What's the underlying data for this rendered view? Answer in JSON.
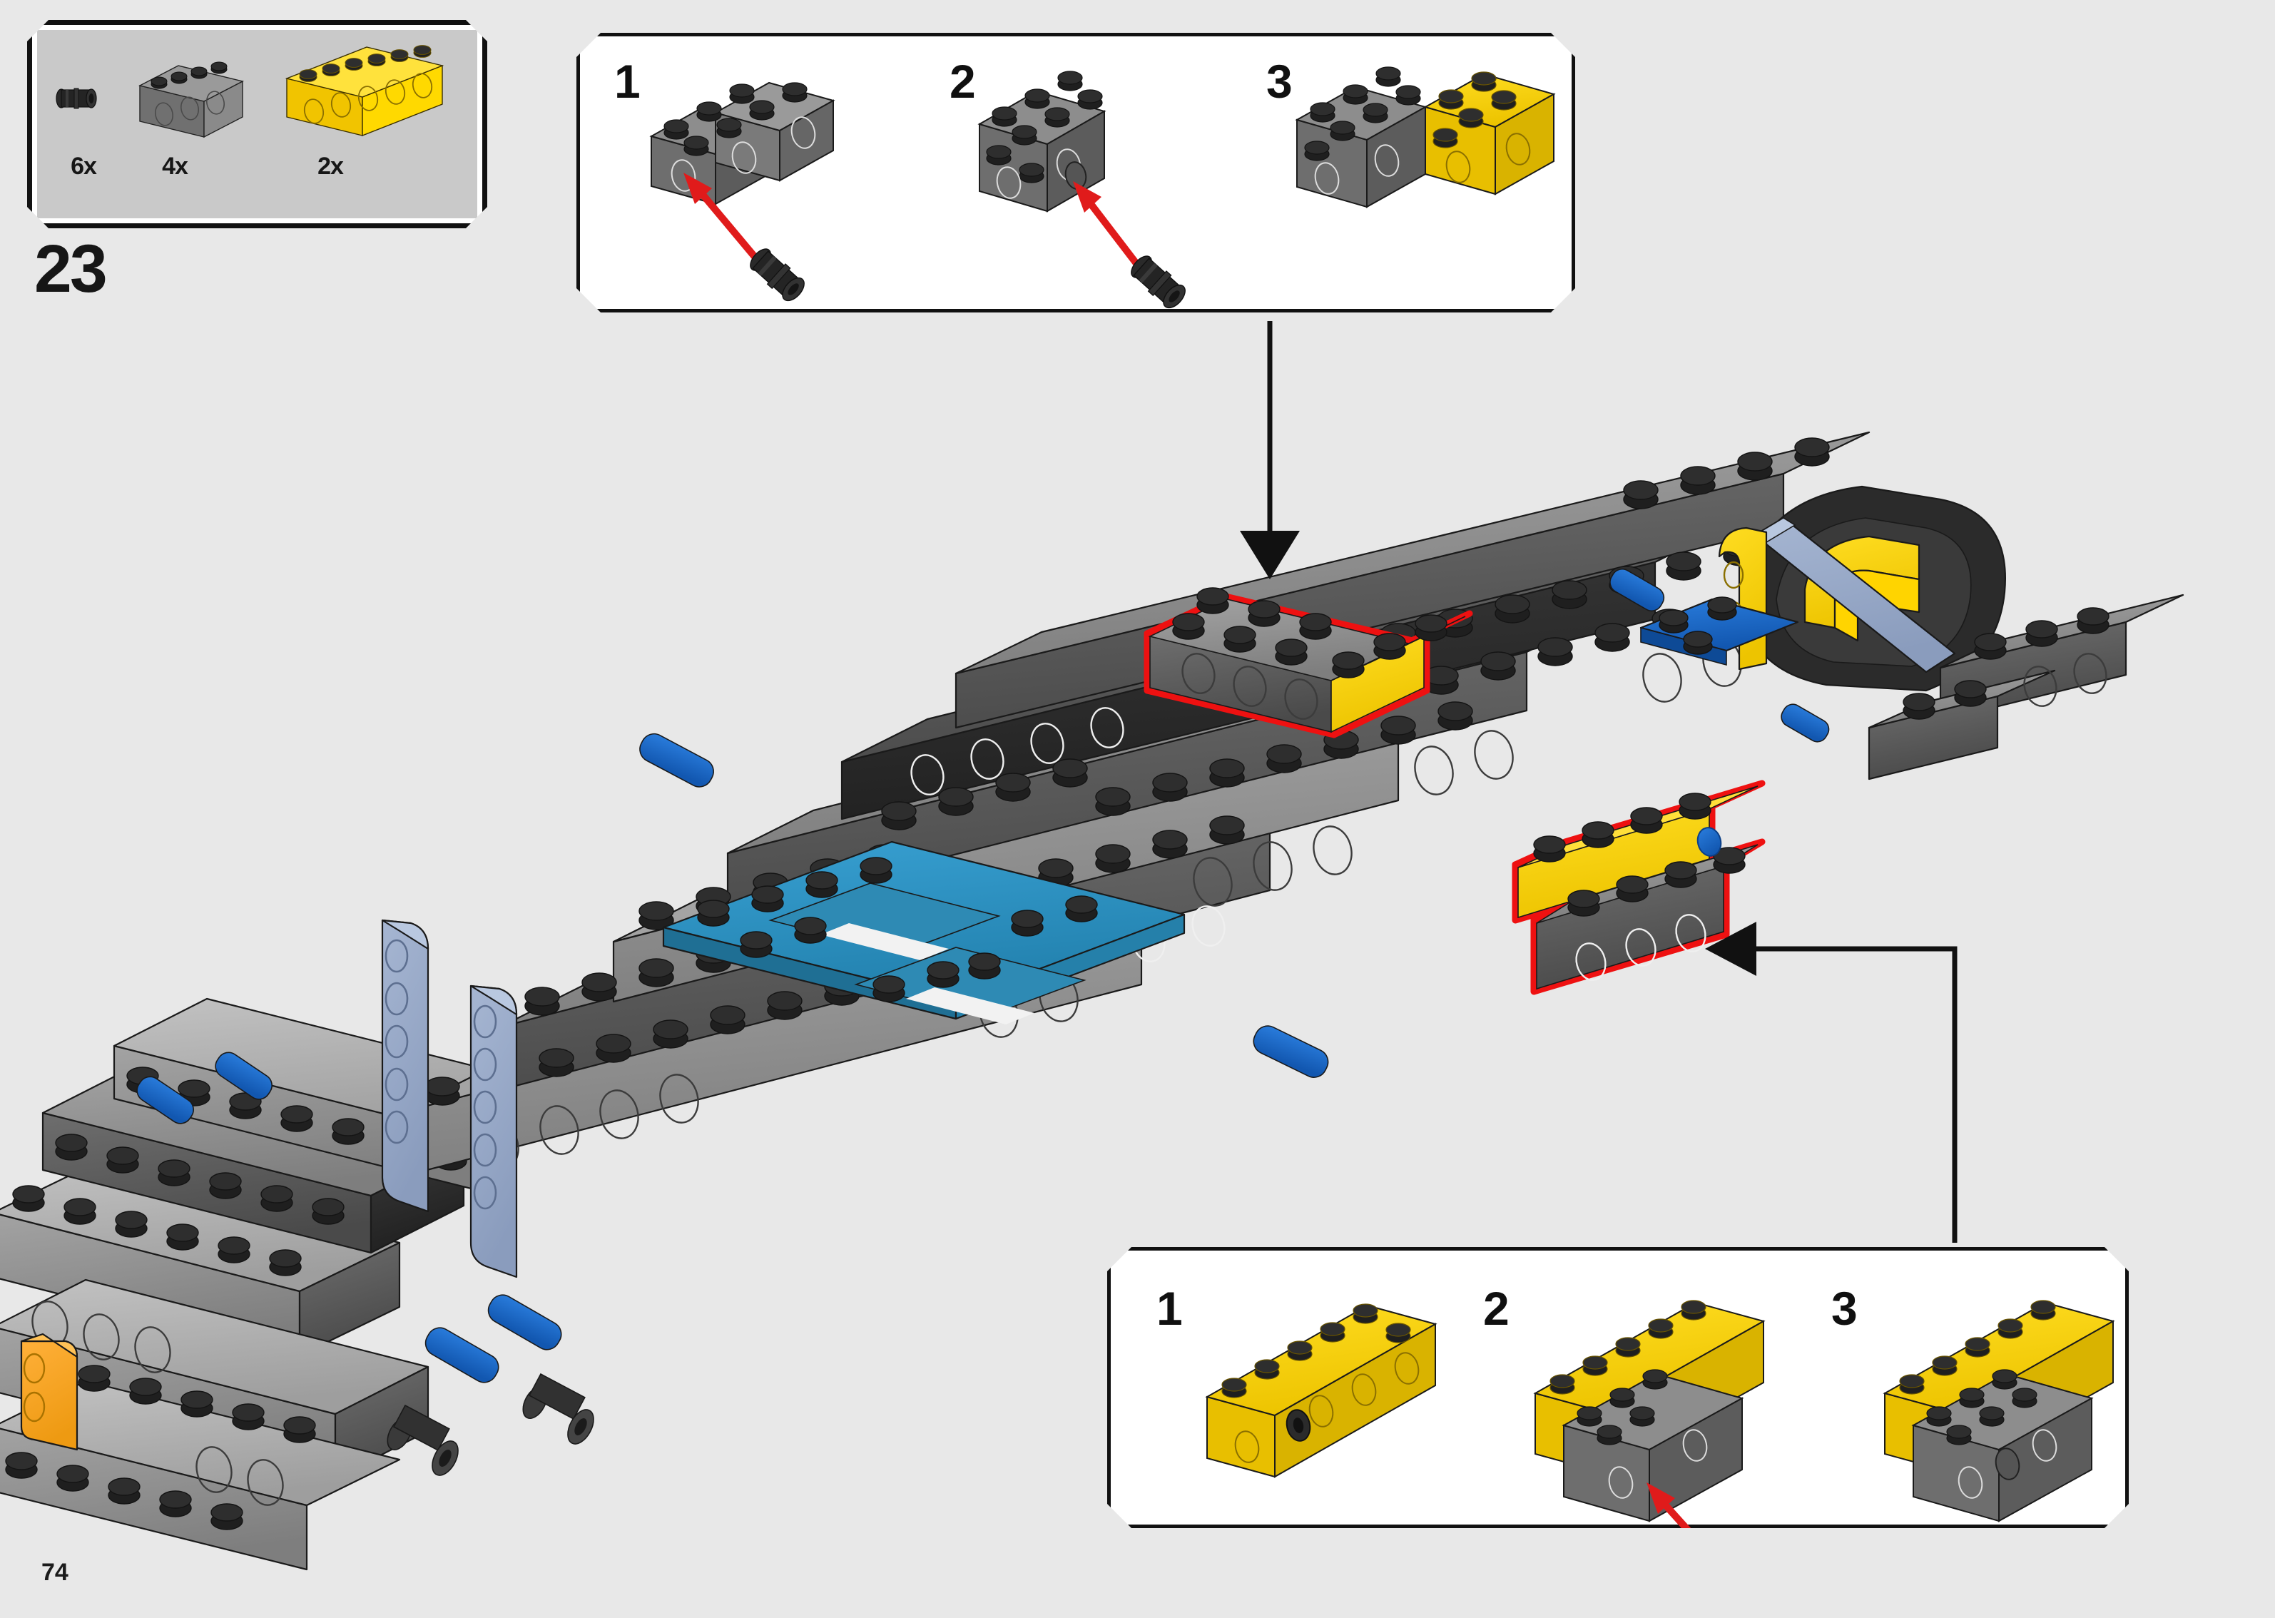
{
  "page": {
    "page_number": "74",
    "step_number": "23",
    "background_color": "#e8e8e8"
  },
  "parts_inventory": {
    "name": "parts-required-box",
    "background_color": "#c9c9c9",
    "parts": [
      {
        "count": "6x",
        "part": "technic-pin-black",
        "color": "#1d1d1d"
      },
      {
        "count": "4x",
        "part": "technic-brick-1x4-dark-gray",
        "color": "#6b6b6b"
      },
      {
        "count": "2x",
        "part": "technic-brick-1x6-yellow",
        "color": "#f6d000"
      }
    ]
  },
  "callout_top": {
    "name": "sub-assembly-callout-top",
    "substeps": [
      {
        "label": "1",
        "description": "dark-gray-technic-brick-with-pin-inserted",
        "brick_color": "#5a5a5a",
        "pin_color": "#1d1d1d",
        "arrow_color": "#e01b1b"
      },
      {
        "label": "2",
        "description": "two-dark-gray-bricks-with-second-pin",
        "brick_color": "#5a5a5a",
        "pin_color": "#1d1d1d",
        "arrow_color": "#e01b1b"
      },
      {
        "label": "3",
        "description": "dark-gray-and-yellow-brick-assembly-complete",
        "brick_color": "#5a5a5a",
        "accent_color": "#f6d000"
      }
    ]
  },
  "callout_bottom": {
    "name": "sub-assembly-callout-bottom",
    "substeps": [
      {
        "label": "1",
        "description": "yellow-technic-brick-1x6-with-pin",
        "brick_color": "#f6d000",
        "pin_color": "#2a2a2a"
      },
      {
        "label": "2",
        "description": "yellow-brick-with-dark-gray-brick-and-pin-arrow",
        "brick_color": "#f6d000",
        "accent_color": "#5a5a5a",
        "arrow_color": "#e01b1b"
      },
      {
        "label": "3",
        "description": "yellow-and-dark-gray-assembly-complete",
        "brick_color": "#f6d000",
        "accent_color": "#5a5a5a"
      }
    ]
  },
  "model": {
    "name": "main-chassis-assembly",
    "colors": {
      "light_gray": "#b0b0b0",
      "medium_gray": "#8f8f8f",
      "dark_gray": "#5e5e5e",
      "darker_gray": "#424242",
      "black": "#1c1c1c",
      "yellow": "#f6d000",
      "orange": "#f5a623",
      "blue": "#1464c8",
      "medium_azure": "#2a8fc4",
      "sand_blue": "#96a9c8",
      "tire_black": "#2b2b2b",
      "highlight_red": "#ee1111"
    },
    "highlights": [
      {
        "name": "placement-highlight-upper",
        "outline_color": "#ee1111"
      },
      {
        "name": "placement-highlight-lower",
        "outline_color": "#ee1111"
      }
    ]
  },
  "arrows": {
    "top_callout_arrow": {
      "name": "callout-arrow-down",
      "color": "#111111"
    },
    "bottom_callout_arrow": {
      "name": "callout-arrow-left",
      "color": "#111111"
    }
  }
}
